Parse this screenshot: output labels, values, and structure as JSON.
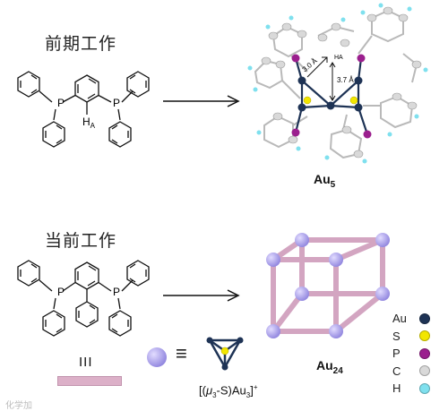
{
  "top_heading": "前期工作",
  "bottom_heading": "当前工作",
  "top_product": {
    "base": "Au",
    "sub": "5"
  },
  "bottom_product": {
    "base": "Au",
    "sub": "24"
  },
  "labels": {
    "hydrogen_a": "H",
    "hydrogen_a_sub": "A",
    "phosphorus": "P",
    "distance_1": "3.0 Å",
    "distance_2": "3.7 Å",
    "ha_small": "HA",
    "linker_symbol": "III"
  },
  "equivalence": "≡",
  "formula": {
    "open": "[(",
    "mu": "μ",
    "mu_sub": "3",
    "rest": "-S)Au",
    "rest_sub": "3",
    "close": "]",
    "charge": "+"
  },
  "legend": [
    {
      "element": "Au",
      "color": "#1e3355"
    },
    {
      "element": "S",
      "color": "#f2e600"
    },
    {
      "element": "P",
      "color": "#9b1f8e"
    },
    {
      "element": "C",
      "color": "#d9d9d9"
    },
    {
      "element": "H",
      "color": "#7fe0ee"
    }
  ],
  "watermark": "化学加"
}
